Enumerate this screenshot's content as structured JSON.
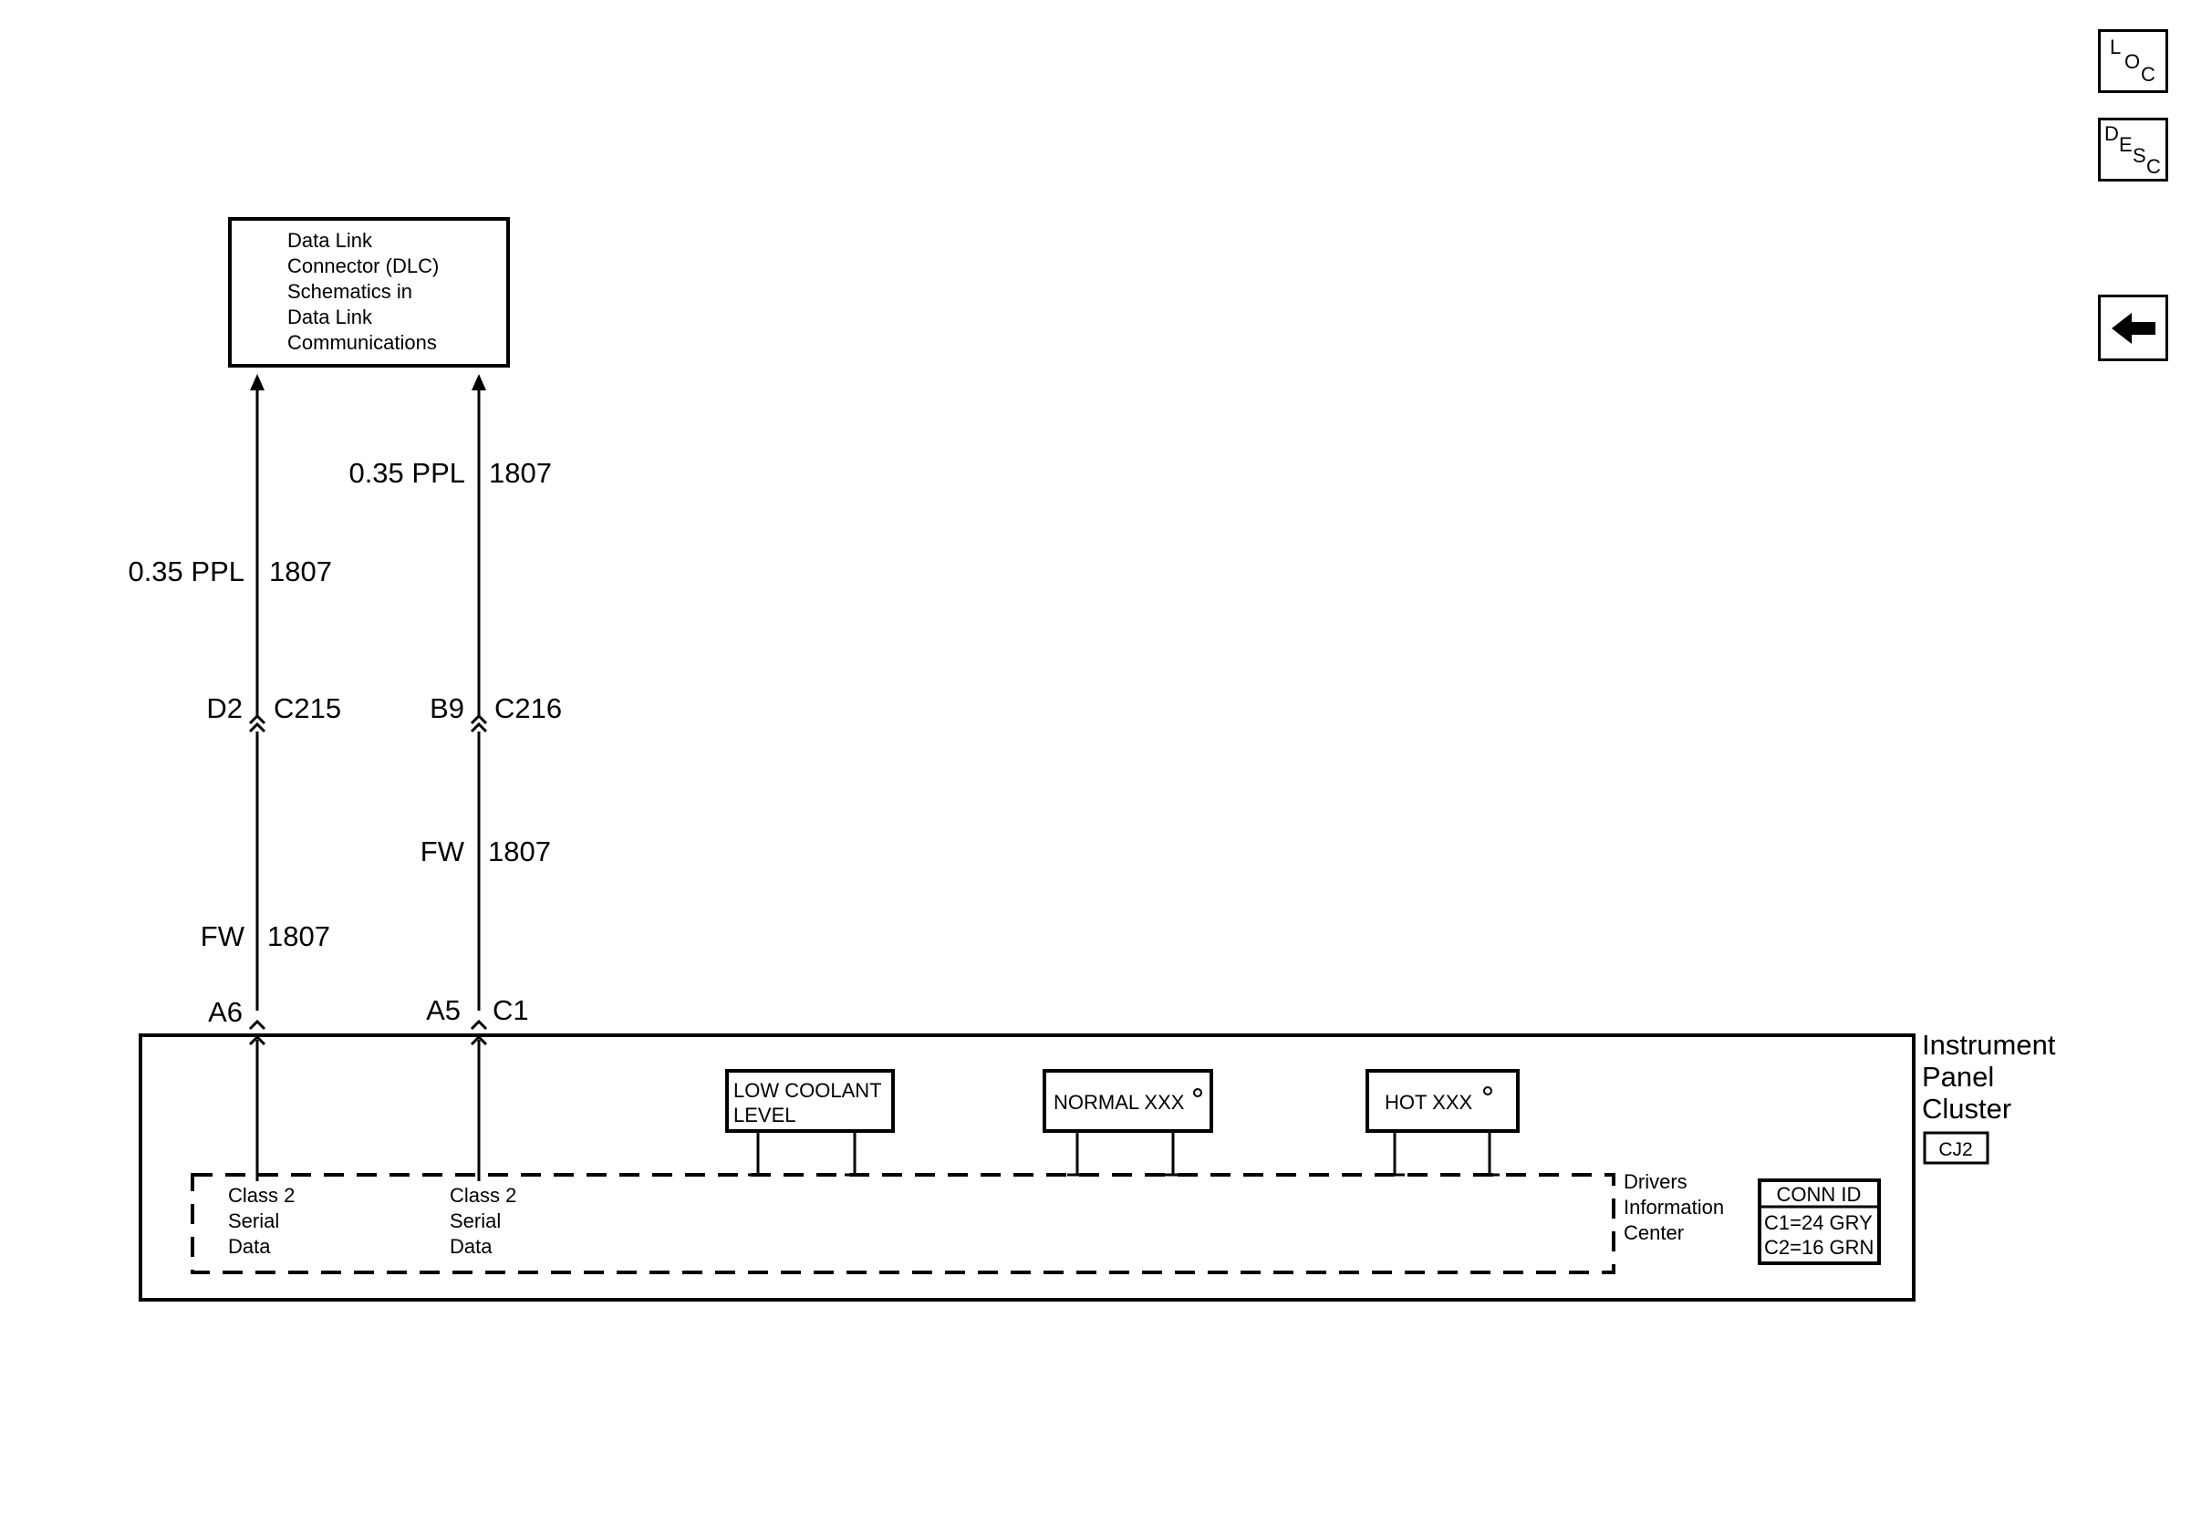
{
  "dlc_box": {
    "lines": [
      "Data Link",
      "Connector (DLC)",
      "Schematics in",
      "Data Link",
      "Communications"
    ]
  },
  "wire_left": {
    "upper_gauge": "0.35 PPL",
    "upper_circuit": "1807",
    "conn_pin": "D2",
    "conn_id": "C215",
    "lower_color": "FW",
    "lower_circuit": "1807",
    "cluster_pin": "A6"
  },
  "wire_right": {
    "upper_gauge": "0.35 PPL",
    "upper_circuit": "1807",
    "conn_pin": "B9",
    "conn_id": "C216",
    "lower_color": "FW",
    "lower_circuit": "1807",
    "cluster_pin": "A5",
    "cluster_conn": "C1"
  },
  "cluster": {
    "name_lines": [
      "Instrument",
      "Panel",
      "Cluster"
    ],
    "code": "CJ2",
    "serial_left": [
      "Class 2",
      "Serial",
      "Data"
    ],
    "serial_right": [
      "Class 2",
      "Serial",
      "Data"
    ],
    "dic_lines": [
      "Drivers",
      "Information",
      "Center"
    ],
    "indicator_low_coolant": [
      "LOW COOLANT",
      "LEVEL"
    ],
    "indicator_normal": "NORMAL XXX",
    "indicator_hot": "HOT XXX",
    "conn_table": {
      "header": "CONN ID",
      "rows": [
        "C1=24 GRY",
        "C2=16 GRN"
      ]
    }
  },
  "nav": {
    "loc": [
      "L",
      "O",
      "C"
    ],
    "desc": [
      "D",
      "E",
      "S",
      "C"
    ]
  }
}
